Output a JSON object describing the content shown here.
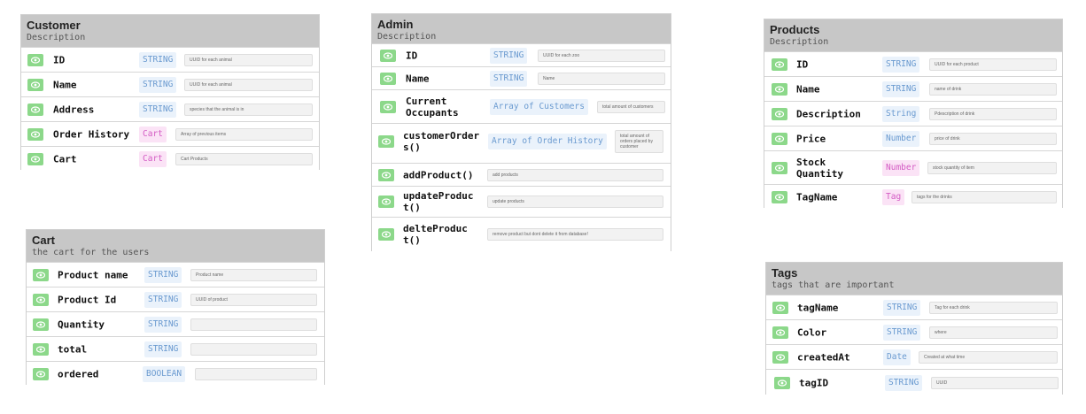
{
  "colors": {
    "header_bg": "#c7c7c7",
    "eye_icon_bg": "#8cd88a",
    "type_blue_text": "#6a9ad0",
    "type_blue_bg": "#eaf2fb",
    "type_pink_text": "#d45cc4",
    "type_pink_bg": "#fbe3f6"
  },
  "tables": {
    "customer": {
      "title": "Customer",
      "description": "Description",
      "rows": [
        {
          "name": "ID",
          "type": "STRING",
          "desc": "UUID for each animal"
        },
        {
          "name": "Name",
          "type": "STRING",
          "desc": "UUID for each animal"
        },
        {
          "name": "Address",
          "type": "STRING",
          "desc": "species that the animal is in"
        },
        {
          "name": "Order History",
          "type": "Cart",
          "desc": "Array of previous items"
        },
        {
          "name": "Cart",
          "type": "Cart",
          "desc": "Cart Products"
        }
      ]
    },
    "cart": {
      "title": "Cart",
      "description": "the cart for the users",
      "rows": [
        {
          "name": "Product name",
          "type": "STRING",
          "desc": "Product name"
        },
        {
          "name": "Product Id",
          "type": "STRING",
          "desc": "UUID of product"
        },
        {
          "name": "Quantity",
          "type": "STRING",
          "desc": ""
        },
        {
          "name": "total",
          "type": "STRING",
          "desc": ""
        },
        {
          "name": "ordered",
          "type": "BOOLEAN",
          "desc": ""
        }
      ]
    },
    "admin": {
      "title": "Admin",
      "description": "Description",
      "rows": [
        {
          "name": "ID",
          "type": "STRING",
          "desc": "UUID for each zoo"
        },
        {
          "name": "Name",
          "type": "STRING",
          "desc": "Name"
        },
        {
          "name": "Current\nOccupants",
          "type": "Array of Customers",
          "desc": "total amount of customers"
        },
        {
          "name": "customerOrder\ns()",
          "type": "Array of Order History",
          "desc": "total amount of orders placed by customer"
        },
        {
          "name": "addProduct()",
          "type": "",
          "desc": "add products"
        },
        {
          "name": "updateProduc\nt()",
          "type": "",
          "desc": "update products"
        },
        {
          "name": "delteProduc\nt()",
          "type": "",
          "desc": "remove product but dont delete it from database!"
        }
      ]
    },
    "products": {
      "title": "Products",
      "description": "Description",
      "rows": [
        {
          "name": "ID",
          "type": "STRING",
          "desc": "UUID for each product"
        },
        {
          "name": "Name",
          "type": "STRING",
          "desc": "name of drink"
        },
        {
          "name": "Description",
          "type": "String",
          "desc": "Pdescription of drink"
        },
        {
          "name": "Price",
          "type": "Number",
          "desc": "price of drink"
        },
        {
          "name": "Stock\nQuantity",
          "type": "Number",
          "desc": "stock quantity of item"
        },
        {
          "name": "TagName",
          "type": "Tag",
          "desc": "tags for the drinks"
        }
      ]
    },
    "tags": {
      "title": "Tags",
      "description": "tags that are important",
      "rows": [
        {
          "name": "tagName",
          "type": "STRING",
          "desc": "Tag for each drink"
        },
        {
          "name": "Color",
          "type": "STRING",
          "desc": "where"
        },
        {
          "name": "createdAt",
          "type": "Date",
          "desc": "Created at what time"
        },
        {
          "name": "tagID",
          "type": "STRING",
          "desc": "UUID"
        }
      ]
    }
  }
}
